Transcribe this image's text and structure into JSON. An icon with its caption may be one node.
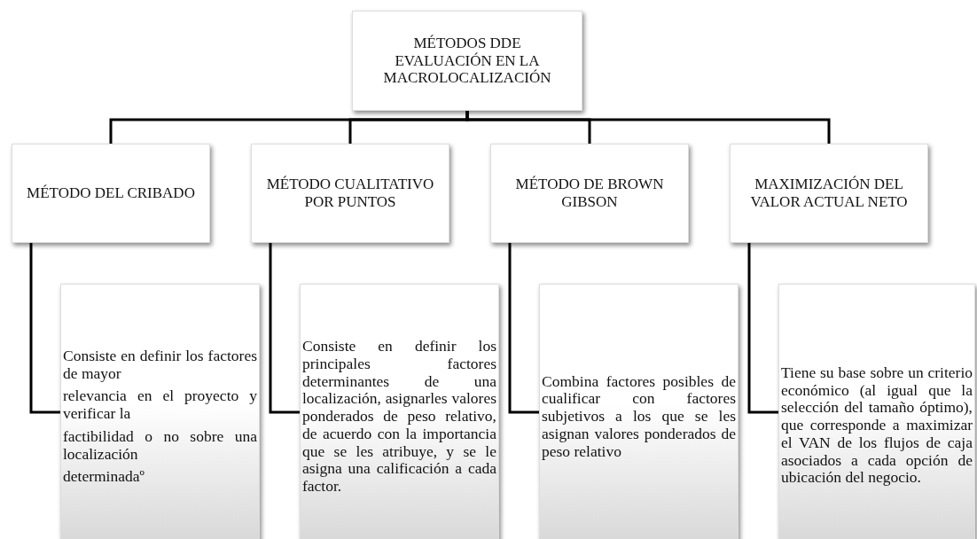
{
  "diagram": {
    "nodes": [
      {
        "text": [
          "MÉTODOS DDE EVALUACIÓN EN LA MACROLOCALIZACIÓN"
        ]
      },
      {
        "text": [
          "MÉTODO DEL CRIBADO"
        ]
      },
      {
        "text": [
          "MÉTODO CUALITATIVO POR PUNTOS"
        ]
      },
      {
        "text": [
          "MÉTODO DE BROWN GIBSON"
        ]
      },
      {
        "text": [
          "MAXIMIZACIÓN DEL VALOR ACTUAL NETO"
        ]
      },
      {
        "text": [
          "Consiste en definir los factores de mayor",
          "relevancia en el proyecto y verificar la",
          "factibilidad o no sobre una localización",
          "determinadaº"
        ]
      },
      {
        "text": [
          "Consiste en definir los principales factores determinantes de una localización, asignarles valores ponderados de peso relativo, de acuerdo con la importancia que se les atribuye, y se le asigna una calificación a cada factor."
        ]
      },
      {
        "text": [
          "Combina factores posibles de cualificar con factores subjetivos a los que se les asignan valores ponderados de peso relativo"
        ]
      },
      {
        "text": [
          "Tiene su base sobre un criterio económico (al igual que la selección del tamaño óptimo), que corresponde a maximizar el VAN de los flujos de caja asociados a cada opción de ubicación del negocio."
        ]
      }
    ],
    "edges": [
      {
        "from": 0,
        "to": 1,
        "arrow": "none"
      },
      {
        "from": 0,
        "to": 2,
        "arrow": "none"
      },
      {
        "from": 0,
        "to": 3,
        "arrow": "none"
      },
      {
        "from": 0,
        "to": 4,
        "arrow": "none"
      },
      {
        "from": 1,
        "to": 5,
        "arrow": "none"
      },
      {
        "from": 2,
        "to": 6,
        "arrow": "none"
      },
      {
        "from": 3,
        "to": 7,
        "arrow": "none"
      },
      {
        "from": 4,
        "to": 8,
        "arrow": "none"
      }
    ]
  }
}
